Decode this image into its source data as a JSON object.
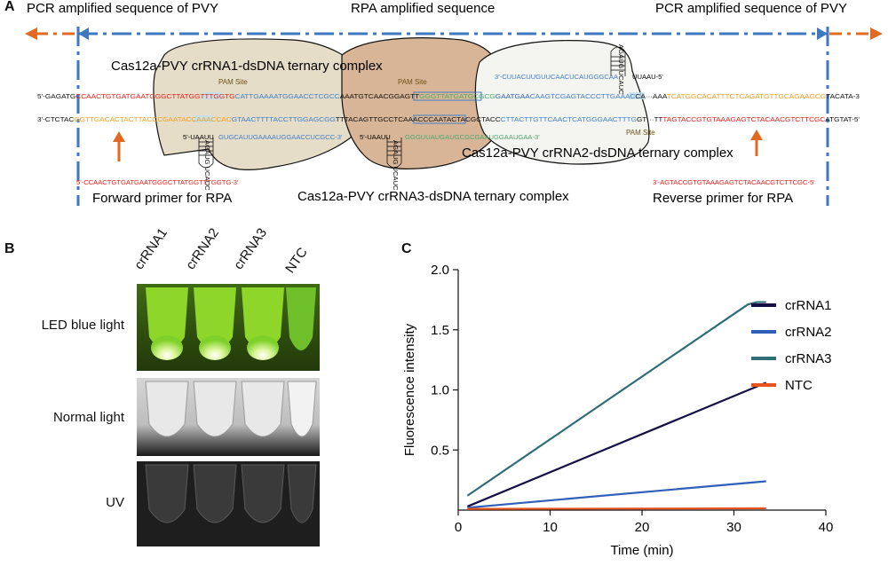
{
  "panel_a": {
    "label": "A",
    "top_left": "PCR amplified sequence of PVY",
    "top_center": "RPA amplified sequence",
    "top_right": "PCR amplified sequence of PVY",
    "complex1": "Cas12a-PVY crRNA1-dsDNA ternary complex",
    "complex2": "Cas12a-PVY crRNA2-dsDNA ternary complex",
    "complex3": "Cas12a-PVY crRNA3-dsDNA ternary complex",
    "pam_site": "PAM Site",
    "forward_primer_label": "Forward primer for RPA",
    "reverse_primer_label": "Reverse primer for RPA",
    "forward_primer_seq": "5'-CCAACTGTGATGAATGGGCTTATGGTTTGGTG-3'",
    "reverse_primer_seq": "3'-AGTACCGTGTAAAGAGTCTACAACGTCTTCGC-5'",
    "top_strand": [
      {
        "t": "5'-GAGATG",
        "c": "#111111"
      },
      {
        "t": "CCAACTGTGATGAATGGGCTTATGGTTTGGTG",
        "c": "#e0201a"
      },
      {
        "t": "CATTGAAAATGGAACCTCGCC",
        "c": "#3f7fc8"
      },
      {
        "t": "AAATGTCAACGGAGTT",
        "c": "#111111"
      },
      {
        "t": "GGGTTATGATGCGCG",
        "c": "#4aa86a"
      },
      {
        "t": "GAATGAA",
        "c": "#2f5fa8"
      },
      {
        "t": "CAAGTCGAGTACCCTTGAAAC",
        "c": "#3f7fc8"
      },
      {
        "t": "CA···AAA",
        "c": "#111111"
      },
      {
        "t": "TCATGGCACATTTCTCAGATGTTGCAGAAGCG",
        "c": "#f0a020"
      },
      {
        "t": "TACATA-3",
        "c": "#111111"
      }
    ],
    "bottom_strand": [
      {
        "t": "3'-CTCTAC",
        "c": "#111111"
      },
      {
        "t": "GGTTGACACTACTTACCCGAATACCAAAC",
        "c": "#f0a020"
      },
      {
        "t": "CAC",
        "c": "#f0a020"
      },
      {
        "t": "GTAACTTTTACCTTGGAGCGG",
        "c": "#3f7fc8"
      },
      {
        "t": "TTTACAGTTGCCTC",
        "c": "#111111"
      },
      {
        "t": "AAACCCAATACTACGCTACC",
        "c": "#111111"
      },
      {
        "t": "CTTACTTGTTCAACTCATGGGAACTTTG",
        "c": "#3f7fc8"
      },
      {
        "t": "GT···TT",
        "c": "#111111"
      },
      {
        "t": "TAGTACCGTGTAAAGAGTCTACAACGTCTTCGC",
        "c": "#e0201a"
      },
      {
        "t": "ATGTAT-5'",
        "c": "#111111"
      }
    ],
    "crrna1_spacer": "GUGCAUUGAAAAUGGAACCUCGCC-3'",
    "crrna1_5prime": "5'-UAAUU",
    "crrna3_spacer": "GGGUUAUGAUGCGCGAAUGGAAUGAA-3'",
    "crrna3_5prime": "5'-UAAUU",
    "crrna2_spacer": "3'-CUUACUUGUUCAACUCAUGGGCAA",
    "crrna2_3prime": "UUAAU-5'",
    "stemloop_bases": "AGAUG UCAUC"
  },
  "panel_b": {
    "label": "B",
    "columns": [
      "crRNA1",
      "crRNA2",
      "crRNA3",
      "NTC"
    ],
    "rows": [
      "LED blue light",
      "Normal light",
      "UV"
    ]
  },
  "panel_c": {
    "label": "C"
  },
  "chart_data": {
    "type": "line",
    "xlabel": "Time (min)",
    "ylabel": "Fluorescence intensity",
    "xlim": [
      0,
      40
    ],
    "ylim": [
      0,
      2.0
    ],
    "xticks": [
      0,
      10,
      20,
      30,
      40
    ],
    "yticks": [
      0.5,
      1.0,
      1.5,
      2.0
    ],
    "ytick_labels": [
      "0.5",
      "1.0",
      "1.5",
      "2.0"
    ],
    "legend_position": "right",
    "grid": false,
    "series": [
      {
        "name": "crRNA1",
        "color": "#141046",
        "x": [
          1,
          33.5
        ],
        "y": [
          0.03,
          1.06
        ]
      },
      {
        "name": "crRNA2",
        "color": "#2f5fb8",
        "x": [
          1,
          33.5
        ],
        "y": [
          0.02,
          0.24
        ]
      },
      {
        "name": "crRNA3",
        "color": "#2e6e76",
        "x": [
          1,
          31.5,
          32.5,
          33.5
        ],
        "y": [
          0.12,
          1.71,
          1.73,
          1.73
        ]
      },
      {
        "name": "NTC",
        "color": "#e8541e",
        "x": [
          1,
          33.5
        ],
        "y": [
          0.01,
          0.015
        ]
      }
    ]
  }
}
